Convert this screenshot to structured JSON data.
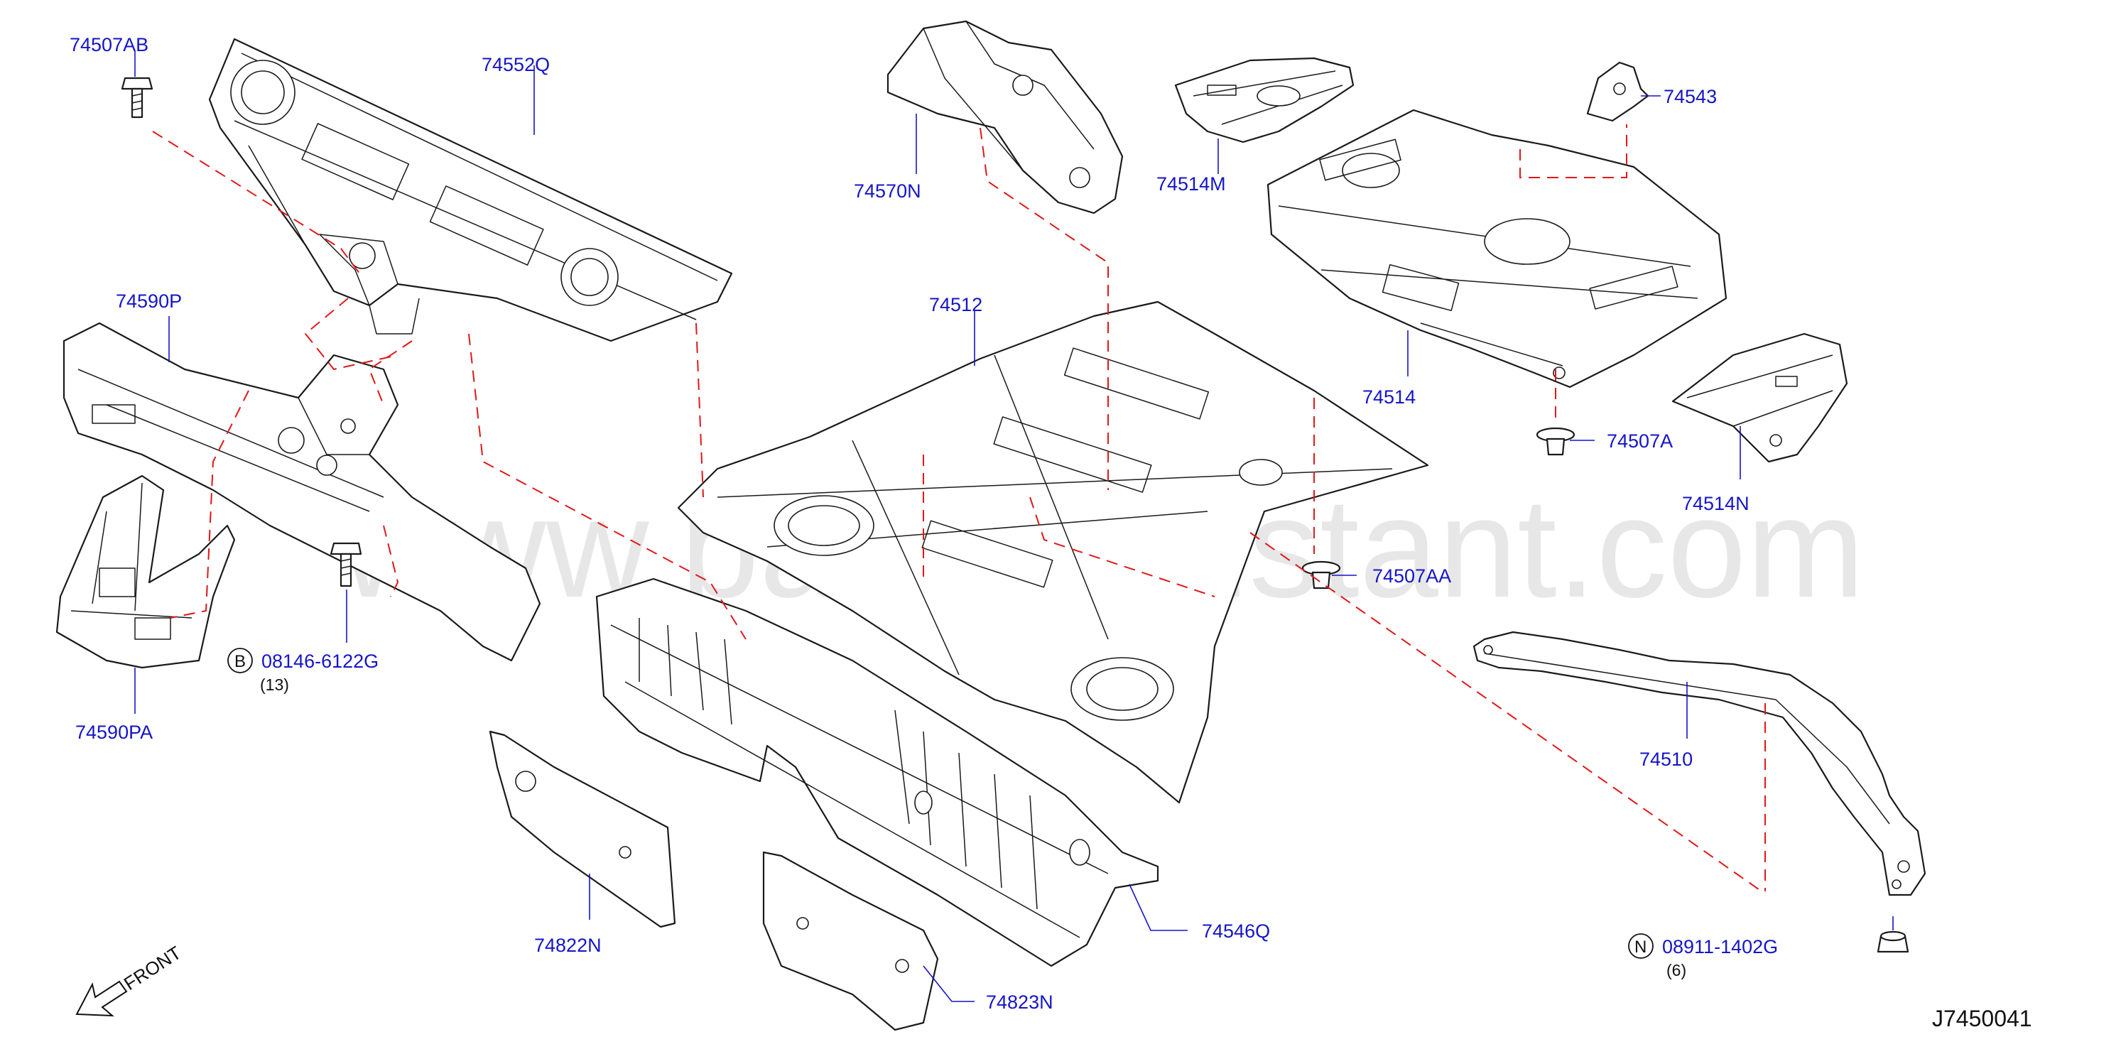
{
  "diagram": {
    "drawing_number": "J7450041",
    "watermark": "www.partsassistant.com",
    "front_label": "FRONT",
    "parts": {
      "p74507AB": "74507AB",
      "p74552Q": "74552Q",
      "p74570N": "74570N",
      "p74514M": "74514M",
      "p74543": "74543",
      "p74590P": "74590P",
      "p74512": "74512",
      "p74514": "74514",
      "p74507A": "74507A",
      "p74514N": "74514N",
      "p74507AA": "74507AA",
      "p74590PA": "74590PA",
      "p74510": "74510",
      "p74822N": "74822N",
      "p74546Q": "74546Q",
      "p74823N": "74823N"
    },
    "fasteners": {
      "bolt": {
        "symbol": "B",
        "part": "08146-6122G",
        "qty": "(13)"
      },
      "nut": {
        "symbol": "N",
        "part": "08911-1402G",
        "qty": "(6)"
      }
    }
  }
}
